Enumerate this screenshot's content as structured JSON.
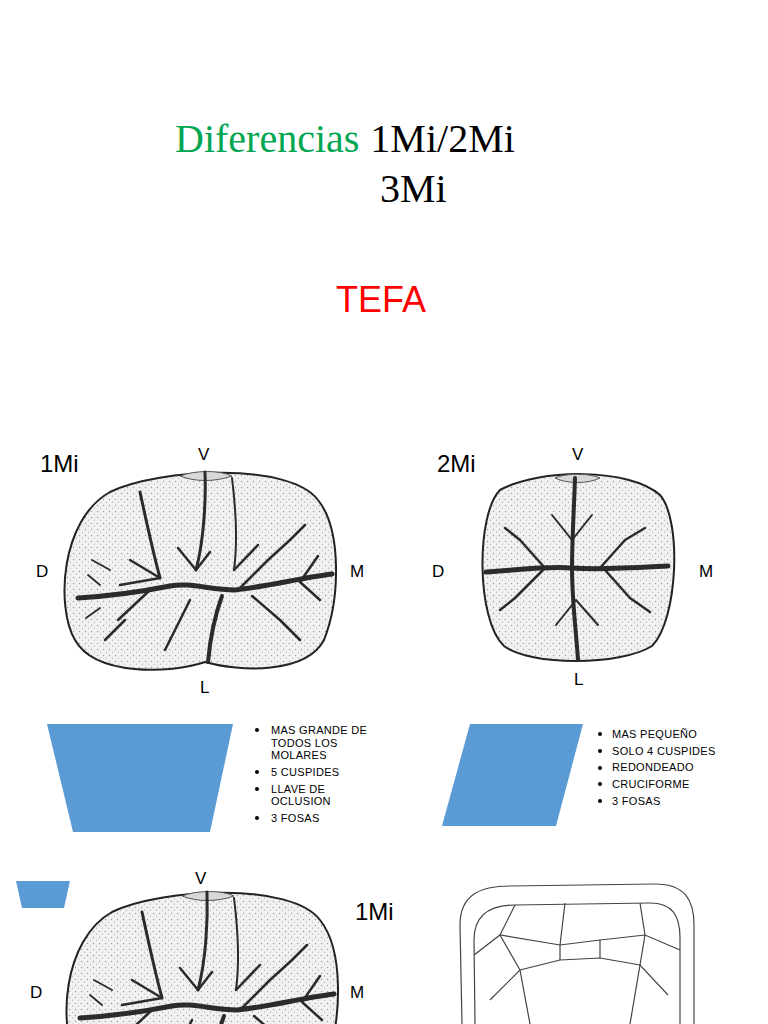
{
  "diagram": {
    "labels": [
      "Diferencias",
      "1Mi/2Mi",
      "3Mi",
      "TEFA",
      "1Mi",
      "V",
      "D",
      "M",
      "L",
      "2Mi",
      "V",
      "D",
      "M",
      "L",
      "MAS GRANDE DE TODOS LOS MOLARES",
      "5 CUSPIDES",
      "LLAVE DE OCLUSION",
      "3 FOSAS",
      "MAS PEQUEÑO",
      "SOLO 4 CUSPIDES",
      "REDONDEADO",
      "CRUCIFORME",
      "3 FOSAS",
      "V",
      "1Mi",
      "D",
      "M"
    ]
  }
}
